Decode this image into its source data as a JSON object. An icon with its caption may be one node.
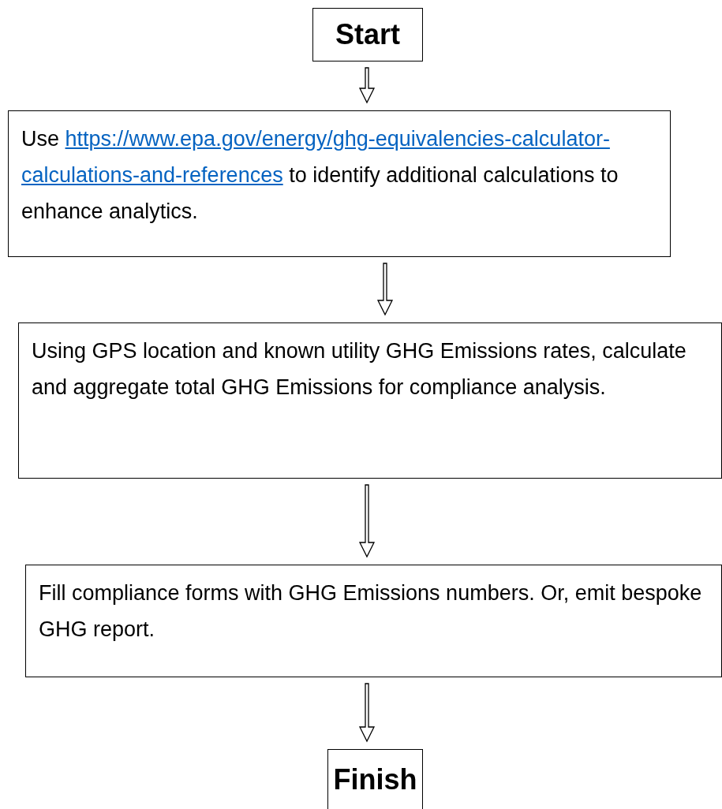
{
  "diagram": {
    "nodes": [
      {
        "text": [
          "Start"
        ]
      },
      {
        "text": [
          "Use https://www.epa.gov/energy/ghg-equivalencies-calculator-calculations-and-references to identify additional calculations to enhance analytics."
        ]
      },
      {
        "text": [
          "Using GPS location and known utility GHG Emissions rates, calculate and aggregate total GHG Emissions for compliance analysis."
        ]
      },
      {
        "text": [
          "Fill compliance forms with GHG Emissions numbers. Or, emit bespoke GHG report."
        ]
      },
      {
        "text": [
          "Finish"
        ]
      }
    ],
    "edges": [
      {
        "from": 0,
        "to": 1,
        "arrow": "to"
      },
      {
        "from": 1,
        "to": 2,
        "arrow": "to"
      },
      {
        "from": 2,
        "to": 3,
        "arrow": "to"
      },
      {
        "from": 3,
        "to": 4,
        "arrow": "to"
      }
    ]
  }
}
